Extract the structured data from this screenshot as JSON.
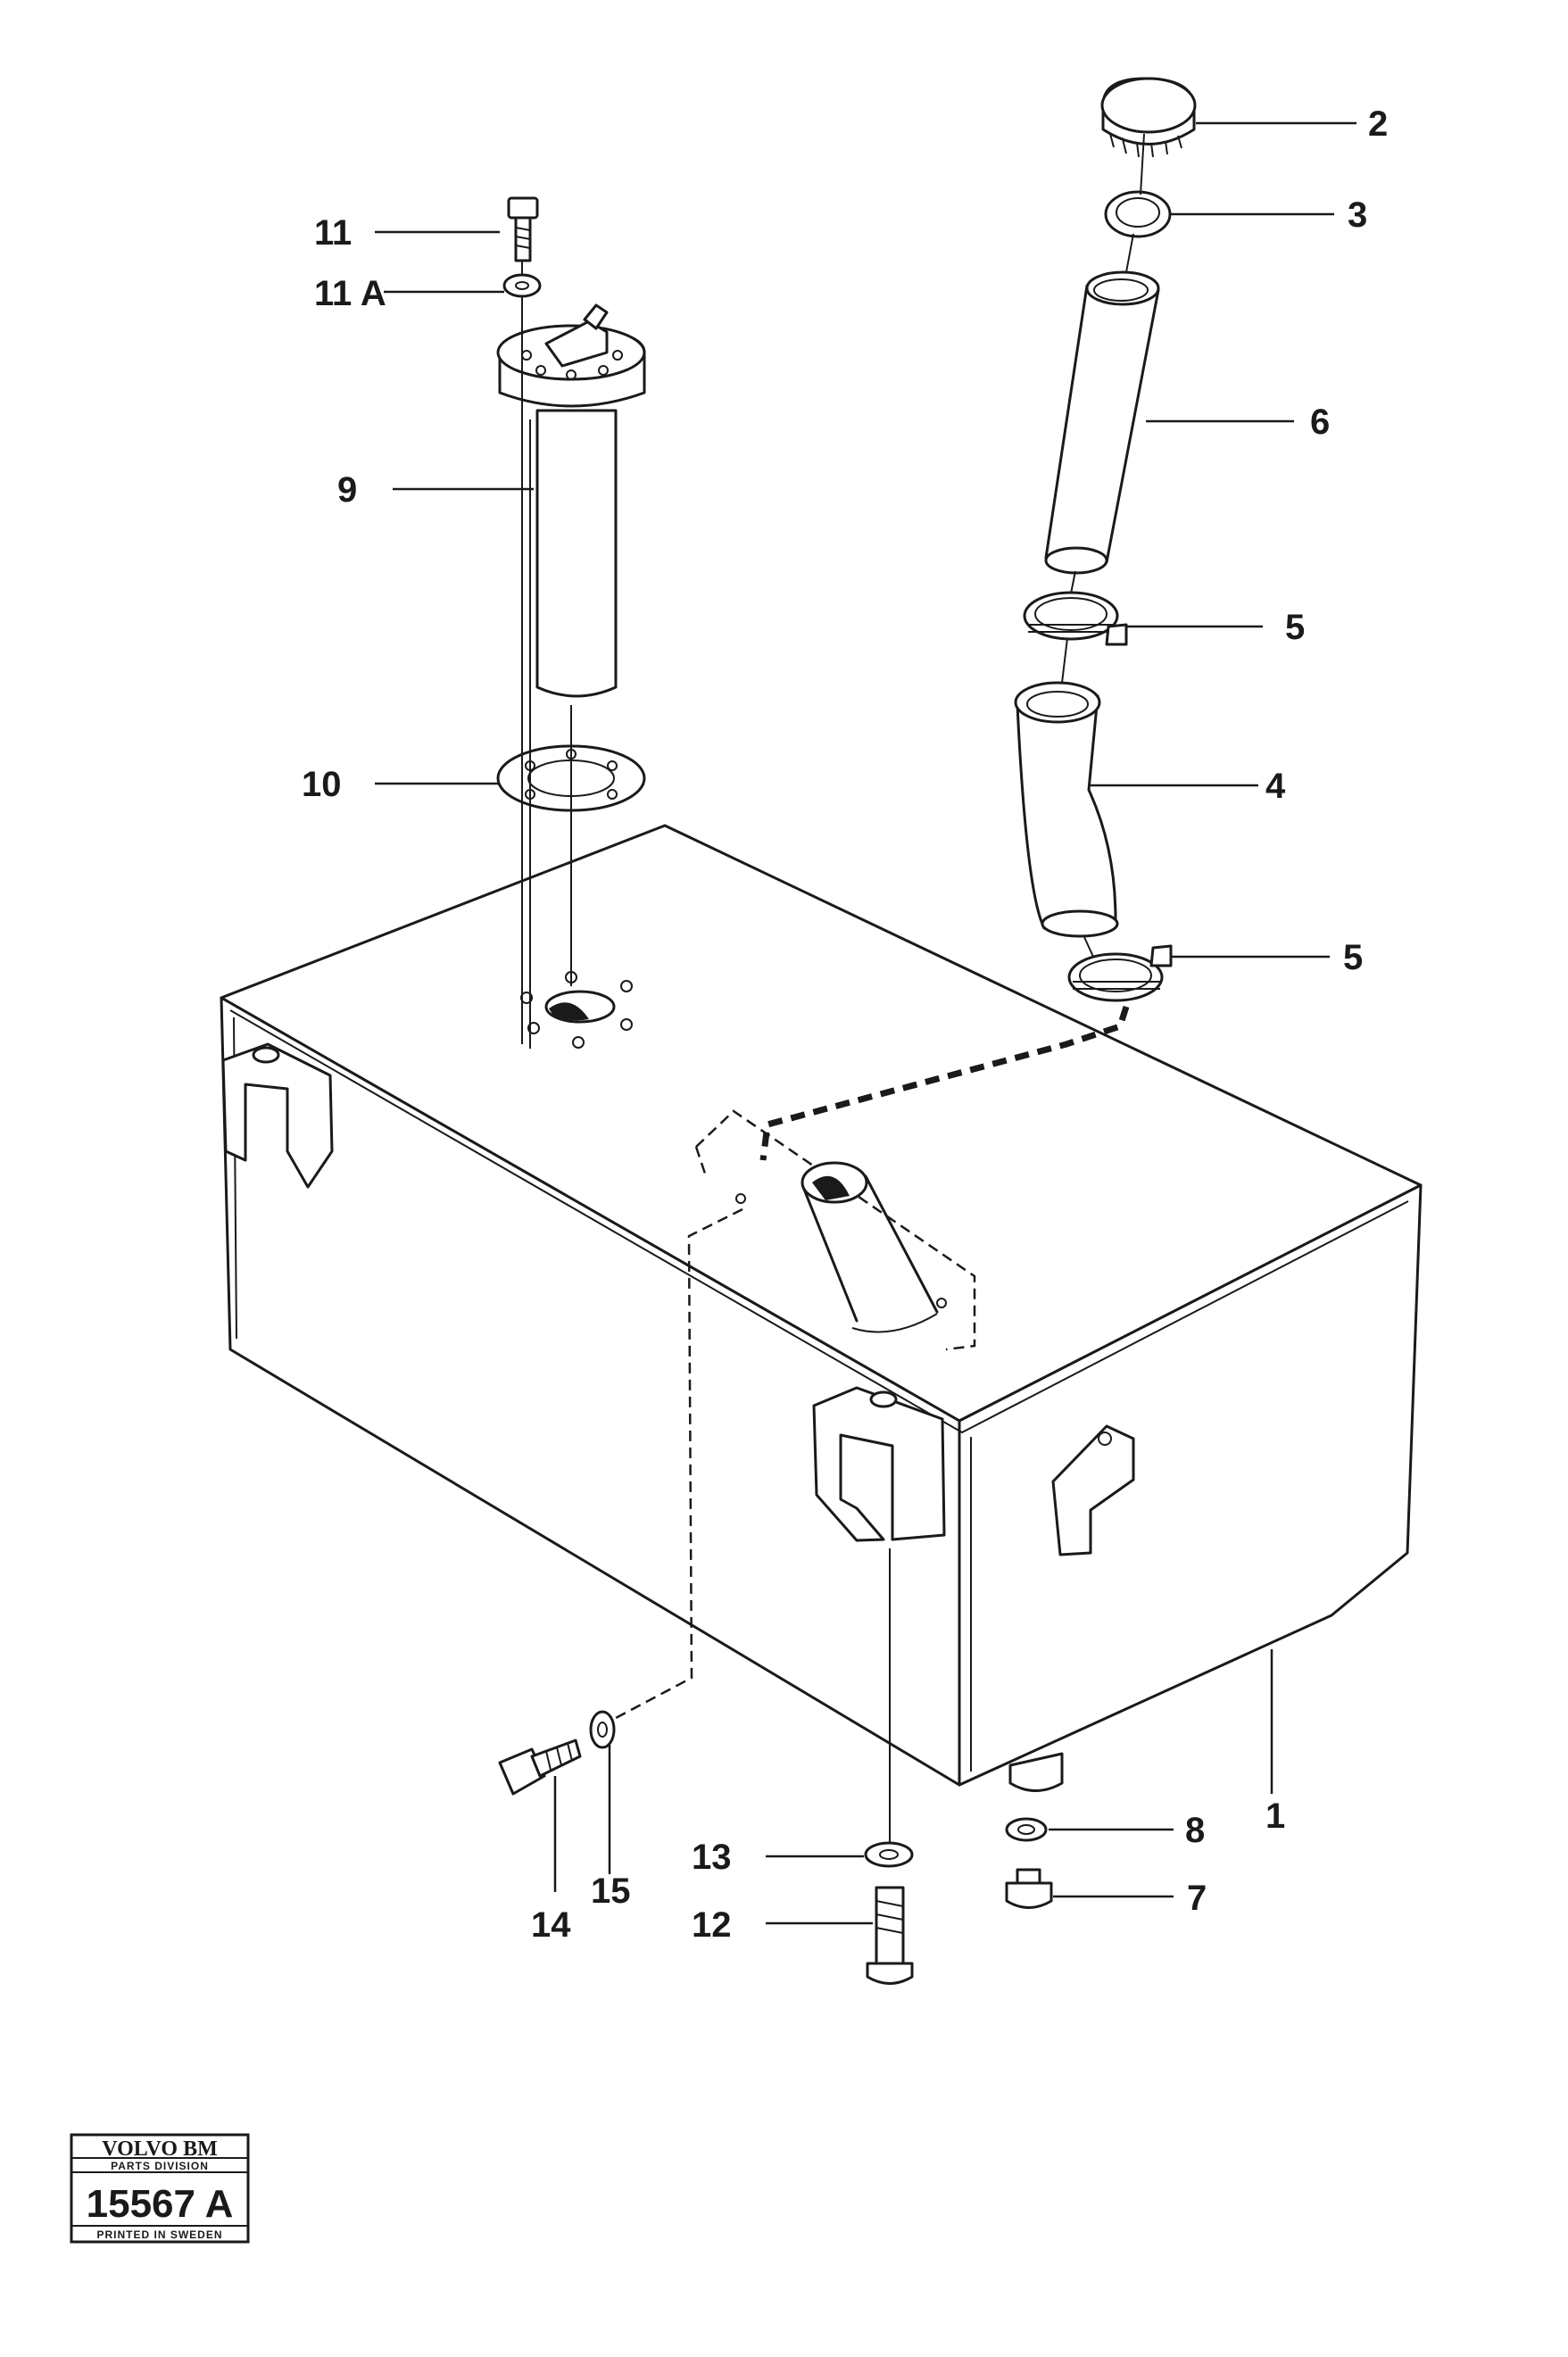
{
  "callouts": {
    "c1": "1",
    "c2": "2",
    "c3": "3",
    "c4": "4",
    "c5a": "5",
    "c5b": "5",
    "c6": "6",
    "c7": "7",
    "c8": "8",
    "c9": "9",
    "c10": "10",
    "c11": "11",
    "c11a": "11 A",
    "c12": "12",
    "c13": "13",
    "c14": "14",
    "c15": "15"
  },
  "stamp": {
    "brand": "VOLVO BM",
    "division": "PARTS DIVISION",
    "number": "15567 A",
    "origin": "PRINTED IN SWEDEN"
  }
}
